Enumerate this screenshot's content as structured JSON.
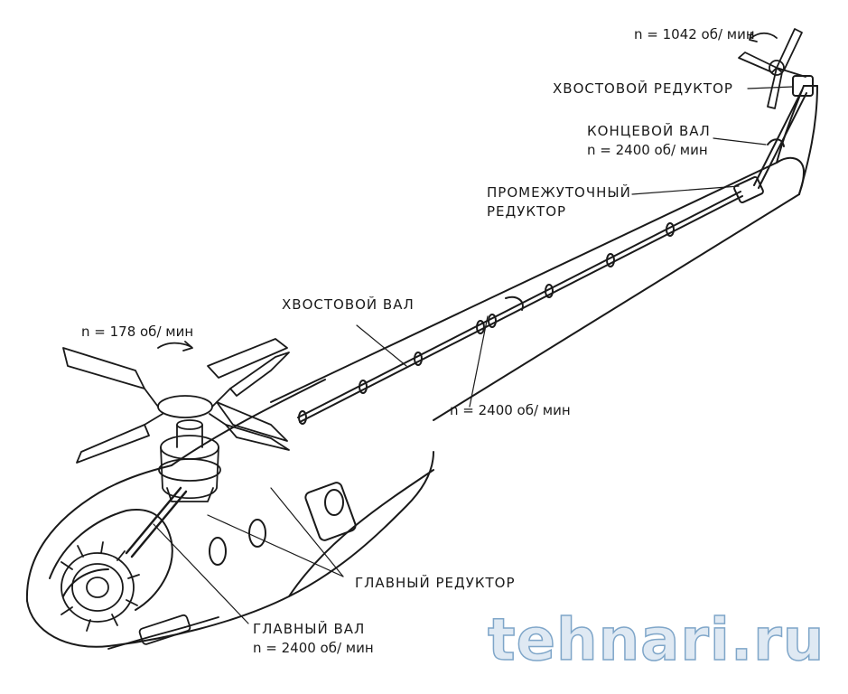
{
  "labels": {
    "tail_rotor_rpm": "n = 1042 об/ мин",
    "tail_gearbox": "ХВОСТОВОЙ РЕДУКТОР",
    "end_shaft": "КОНЦЕВОЙ ВАЛ",
    "end_shaft_rpm": "n = 2400 об/ мин",
    "intermediate_gearbox_1": "ПРОМЕЖУТОЧНЫЙ",
    "intermediate_gearbox_2": "РЕДУКТОР",
    "tail_shaft": "ХВОСТОВОЙ ВАЛ",
    "tail_shaft_rpm": "n = 2400 об/ мин",
    "main_rotor_rpm": "n = 178 об/ мин",
    "main_gearbox": "ГЛАВНЫЙ РЕДУКТОР",
    "main_shaft": "ГЛАВНЫЙ ВАЛ",
    "main_shaft_rpm": "n = 2400 об/ мин"
  },
  "watermark": "tehnari.ru",
  "colors": {
    "ink": "#1a1a1a",
    "watermark_fill": "#dfe9f3",
    "watermark_stroke": "#7fa6c9"
  }
}
